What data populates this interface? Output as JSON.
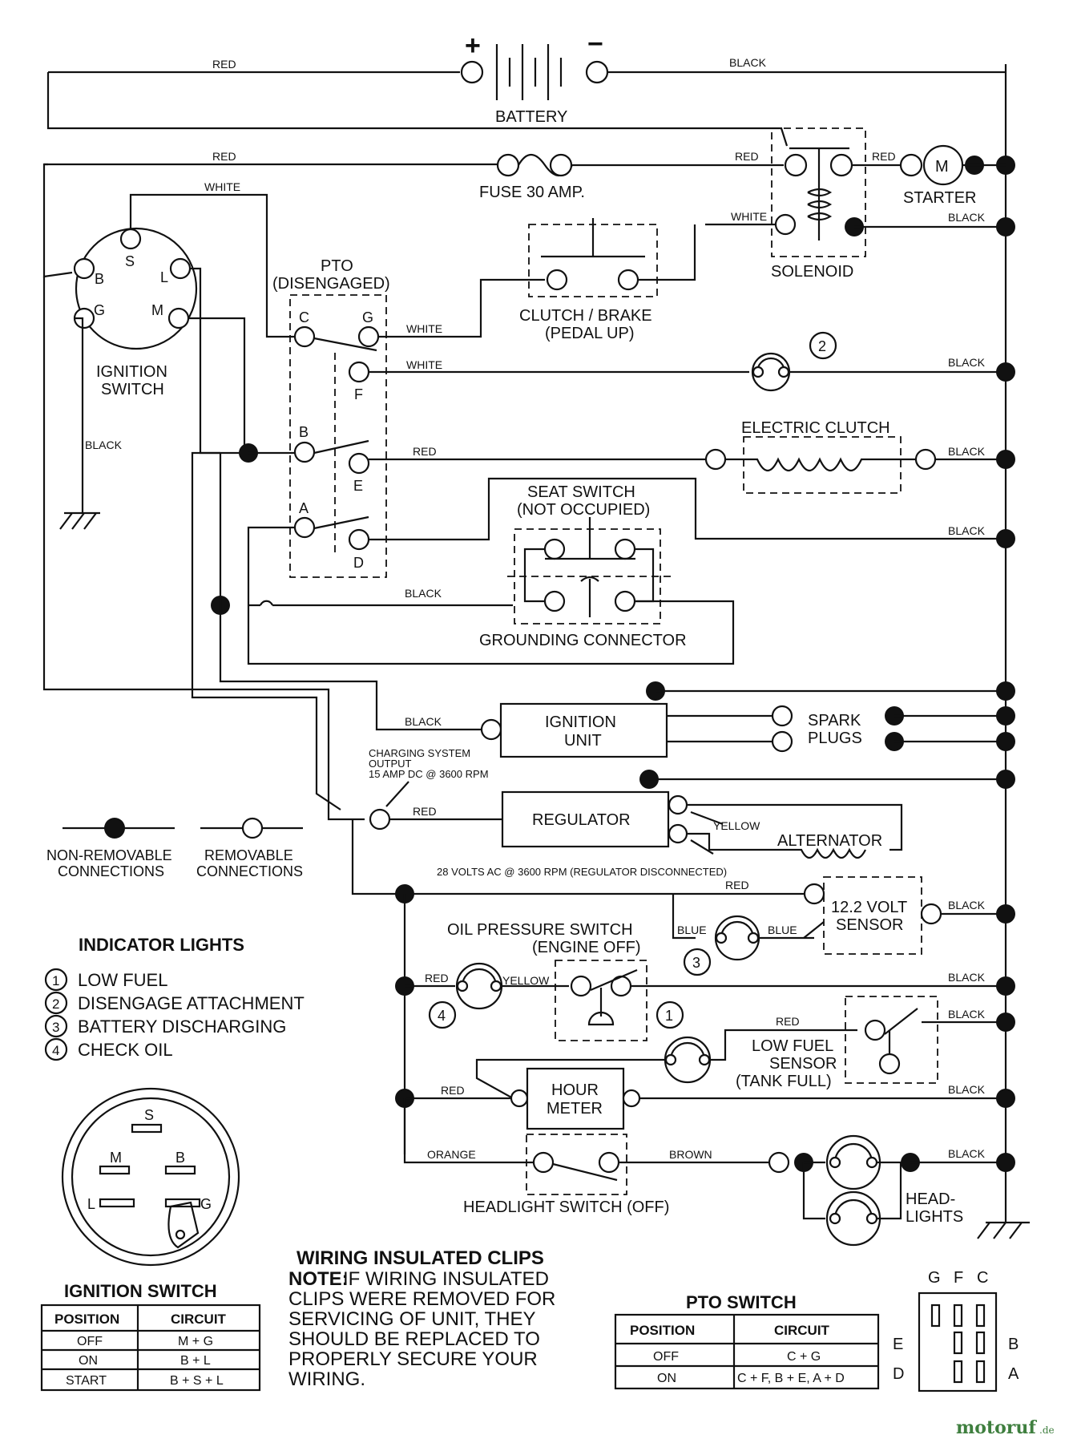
{
  "battery": {
    "label": "BATTERY",
    "plus": "+",
    "minus": "−"
  },
  "fuse": {
    "label": "FUSE 30 AMP."
  },
  "starter": {
    "label": "STARTER",
    "motor": "M"
  },
  "solenoid": {
    "label": "SOLENOID"
  },
  "ignition_switch": {
    "label_line1": "IGNITION",
    "label_line2": "SWITCH",
    "terminals": {
      "s": "S",
      "b": "B",
      "l": "L",
      "g": "G",
      "m": "M"
    }
  },
  "pto": {
    "label_line1": "PTO",
    "label_line2": "(DISENGAGED)",
    "terminals": {
      "c": "C",
      "g": "G",
      "f": "F",
      "b": "B",
      "e": "E",
      "a": "A",
      "d": "D"
    }
  },
  "clutch_brake": {
    "label_line1": "CLUTCH / BRAKE",
    "label_line2": "(PEDAL UP)"
  },
  "electric_clutch": {
    "label": "ELECTRIC CLUTCH"
  },
  "seat_switch": {
    "label_line1": "SEAT SWITCH",
    "label_line2": "(NOT OCCUPIED)"
  },
  "grounding_connector": {
    "label": "GROUNDING CONNECTOR"
  },
  "ignition_unit": {
    "label_line1": "IGNITION",
    "label_line2": "UNIT"
  },
  "spark_plugs": {
    "label_line1": "SPARK",
    "label_line2": "PLUGS"
  },
  "charging_note": {
    "line1": "CHARGING SYSTEM",
    "line2": "OUTPUT",
    "line3": "15 AMP DC @ 3600 RPM"
  },
  "regulator": {
    "label": "REGULATOR"
  },
  "alternator": {
    "label": "ALTERNATOR",
    "note": "28 VOLTS AC @ 3600 RPM (REGULATOR DISCONNECTED)"
  },
  "volt_sensor": {
    "label_line1": "12.2 VOLT",
    "label_line2": "SENSOR"
  },
  "oil_pressure": {
    "label_line1": "OIL PRESSURE SWITCH",
    "label_line2": "(ENGINE OFF)"
  },
  "low_fuel": {
    "label_line1": "LOW FUEL",
    "label_line2": "SENSOR",
    "label_line3": "(TANK FULL)"
  },
  "hour_meter": {
    "label_line1": "HOUR",
    "label_line2": "METER"
  },
  "headlight_switch": {
    "label": "HEADLIGHT SWITCH (OFF)"
  },
  "headlights": {
    "label_line1": "HEAD-",
    "label_line2": "LIGHTS"
  },
  "lamp_numbers": {
    "n1": "1",
    "n2": "2",
    "n3": "3",
    "n4": "4"
  },
  "wires": {
    "red": "RED",
    "black": "BLACK",
    "white": "WHITE",
    "blue": "BLUE",
    "yellow": "YELLOW",
    "orange": "ORANGE",
    "brown": "BROWN"
  },
  "legend": {
    "non_removable_1": "NON-REMOVABLE",
    "non_removable_2": "CONNECTIONS",
    "removable_1": "REMOVABLE",
    "removable_2": "CONNECTIONS"
  },
  "indicator_lights": {
    "title": "INDICATOR LIGHTS",
    "items": [
      {
        "num": "1",
        "text": "LOW FUEL"
      },
      {
        "num": "2",
        "text": "DISENGAGE ATTACHMENT"
      },
      {
        "num": "3",
        "text": "BATTERY DISCHARGING"
      },
      {
        "num": "4",
        "text": "CHECK OIL"
      }
    ]
  },
  "ignition_face": {
    "s": "S",
    "m": "M",
    "b": "B",
    "l": "L",
    "g": "G"
  },
  "ignition_table": {
    "title": "IGNITION SWITCH",
    "headers": [
      "POSITION",
      "CIRCUIT"
    ],
    "rows": [
      [
        "OFF",
        "M + G"
      ],
      [
        "ON",
        "B + L"
      ],
      [
        "START",
        "B + S + L"
      ]
    ]
  },
  "clips_note": {
    "title": "WIRING INSULATED CLIPS",
    "note_label": "NOTE:",
    "line1": "IF WIRING INSULATED",
    "line2": "CLIPS WERE REMOVED FOR",
    "line3": "SERVICING OF UNIT, THEY",
    "line4": "SHOULD BE REPLACED TO",
    "line5": "PROPERLY SECURE YOUR",
    "line6": "WIRING."
  },
  "pto_table": {
    "title": "PTO SWITCH",
    "headers": [
      "POSITION",
      "CIRCUIT"
    ],
    "rows": [
      [
        "OFF",
        "C + G"
      ],
      [
        "ON",
        "C + F, B + E, A + D"
      ]
    ]
  },
  "pto_face": {
    "g": "G",
    "f": "F",
    "c": "C",
    "e": "E",
    "b": "B",
    "d": "D",
    "a": "A"
  },
  "watermark": {
    "text": "motoruf",
    "suffix": ".de"
  }
}
